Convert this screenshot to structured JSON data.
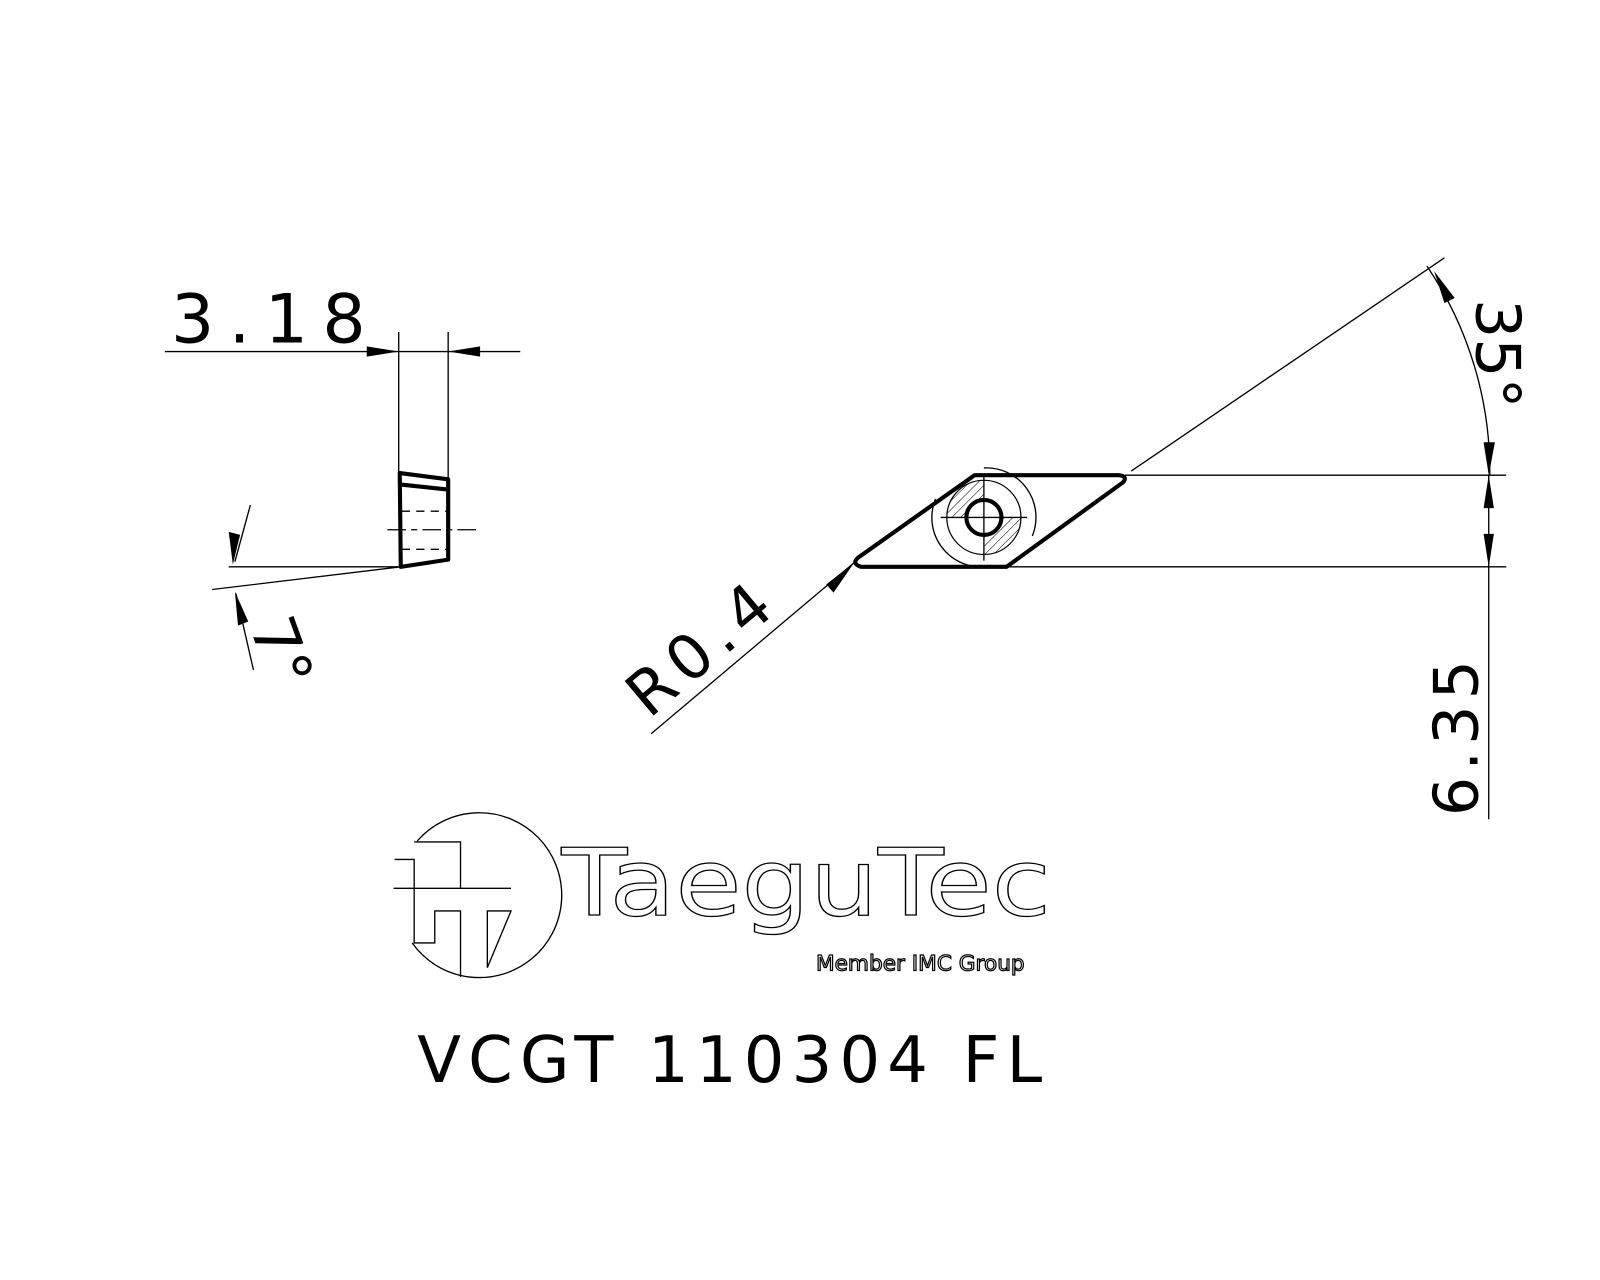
{
  "drawing": {
    "thickness_label": "3.18",
    "clearance_angle_label": "7°",
    "corner_radius_label": "R0.4",
    "included_angle_label": "35°",
    "inscribed_circle_label": "6.35",
    "part_number": "VCGT 110304 FL"
  },
  "logo": {
    "brand": "TaeguTec",
    "tagline": "Member IMC Group"
  }
}
